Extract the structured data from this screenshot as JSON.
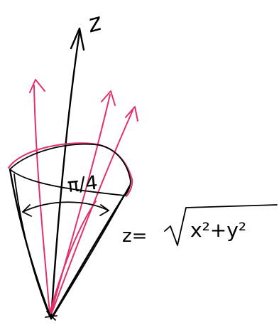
{
  "labels": {
    "z_axis": "z",
    "angle": "π/4",
    "equation_lhs": "z=",
    "equation_radicand": "x²+y²"
  },
  "colors": {
    "ink": "#000000",
    "accent": "#e0306e"
  }
}
